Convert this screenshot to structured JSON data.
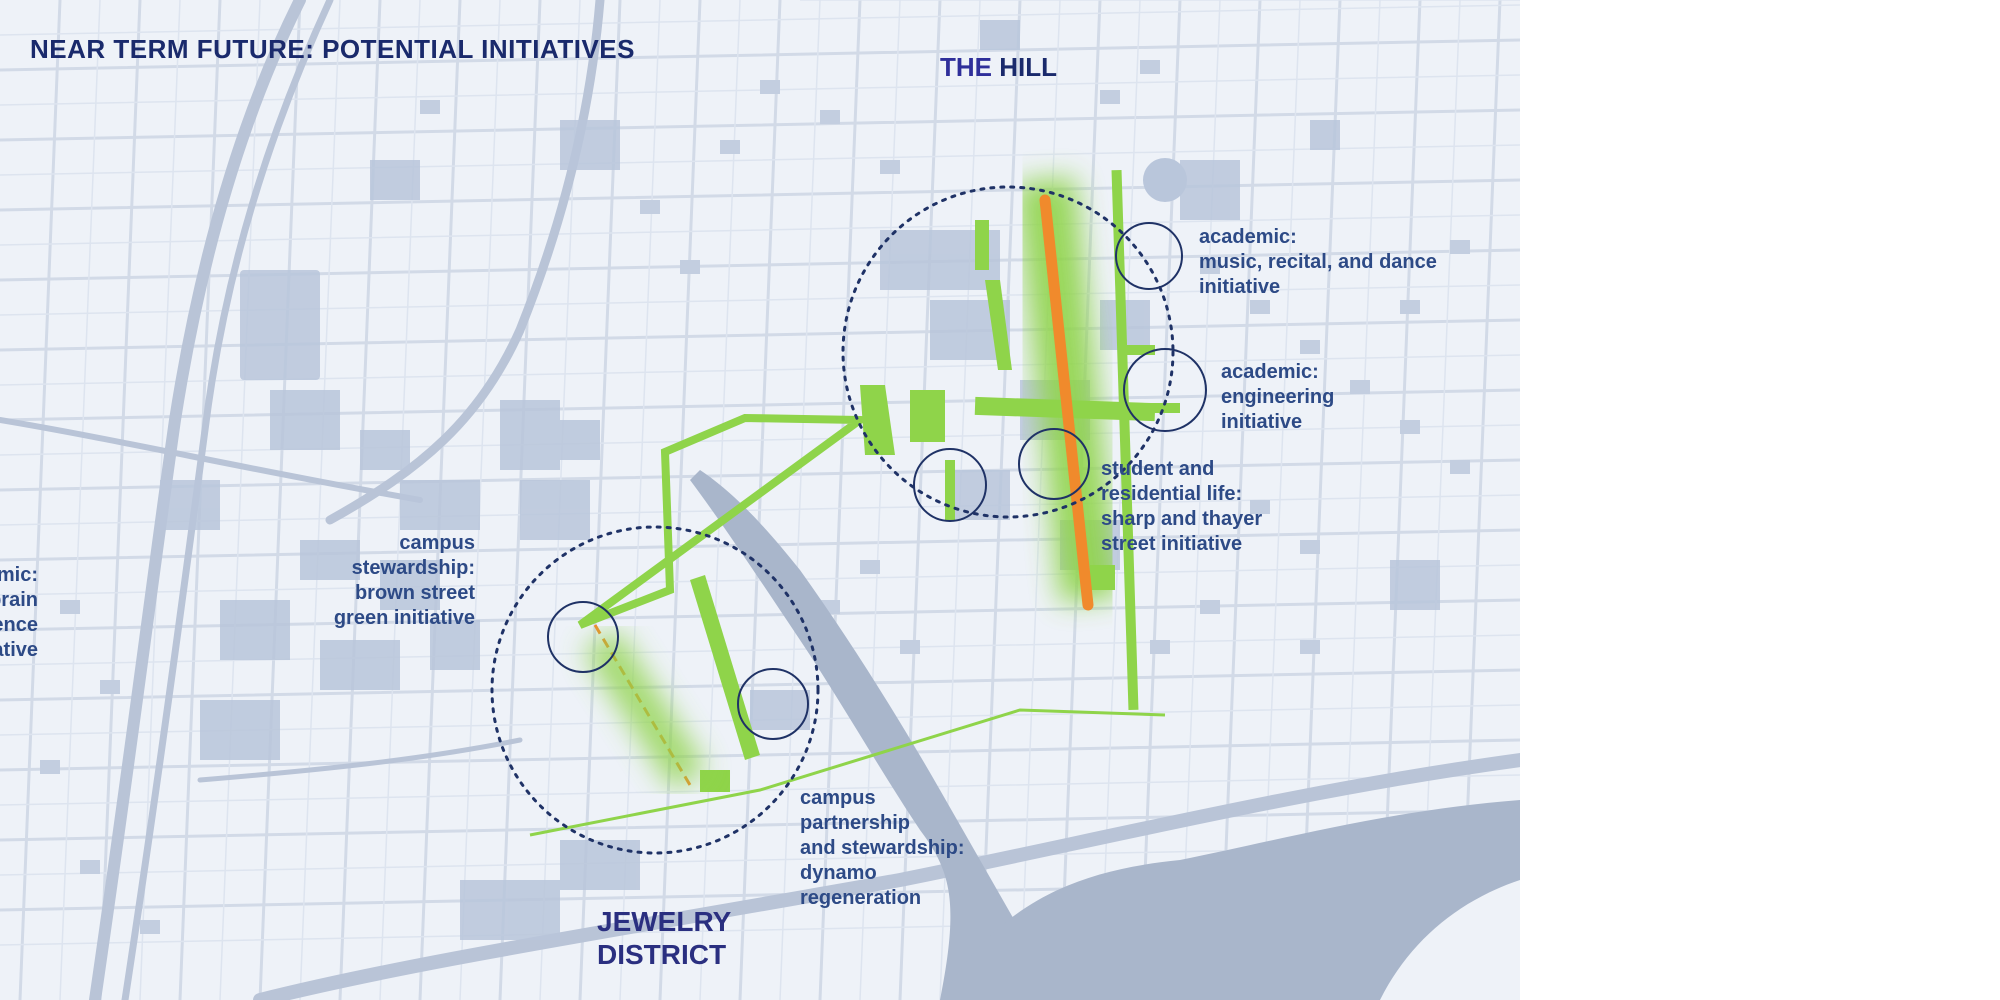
{
  "title": "NEAR TERM FUTURE: POTENTIAL INITIATIVES",
  "districts": {
    "hill": {
      "word1": "THE",
      "word2": "HILL"
    },
    "jewelry": {
      "lines": [
        "JEWELRY",
        "DISTRICT"
      ]
    }
  },
  "initiatives": {
    "music": {
      "lines": [
        "academic:",
        "music, recital, and dance",
        "initiative"
      ]
    },
    "engineering": {
      "lines": [
        "academic:",
        "engineering",
        "initiative"
      ]
    },
    "student_life": {
      "lines": [
        "student and",
        "residential  life:",
        "sharp and thayer",
        "street initiative"
      ]
    },
    "brown_street": {
      "lines": [
        "campus",
        "stewardship:",
        "brown street",
        "green initiative"
      ]
    },
    "brain_science": {
      "lines": [
        "academic:",
        "brain",
        "science",
        "initiative"
      ]
    },
    "dynamo": {
      "lines": [
        "campus",
        "partnership",
        "and stewardship:",
        "dynamo",
        "regeneration"
      ]
    }
  },
  "colors": {
    "label": "#2d4a86",
    "title": "#1a2a6c",
    "district": "#2a2f80",
    "green_corridor": "#8fd44a",
    "orange_corridor": "#f08a2c",
    "circle_stroke": "#1f3266",
    "water": "#a9b6cb",
    "buildings": "#b7c3d8",
    "streets": "#c9d3e3"
  },
  "icons": {
    "initiative_marker": "circle-outline-icon",
    "district_boundary": "dotted-circle-icon"
  }
}
